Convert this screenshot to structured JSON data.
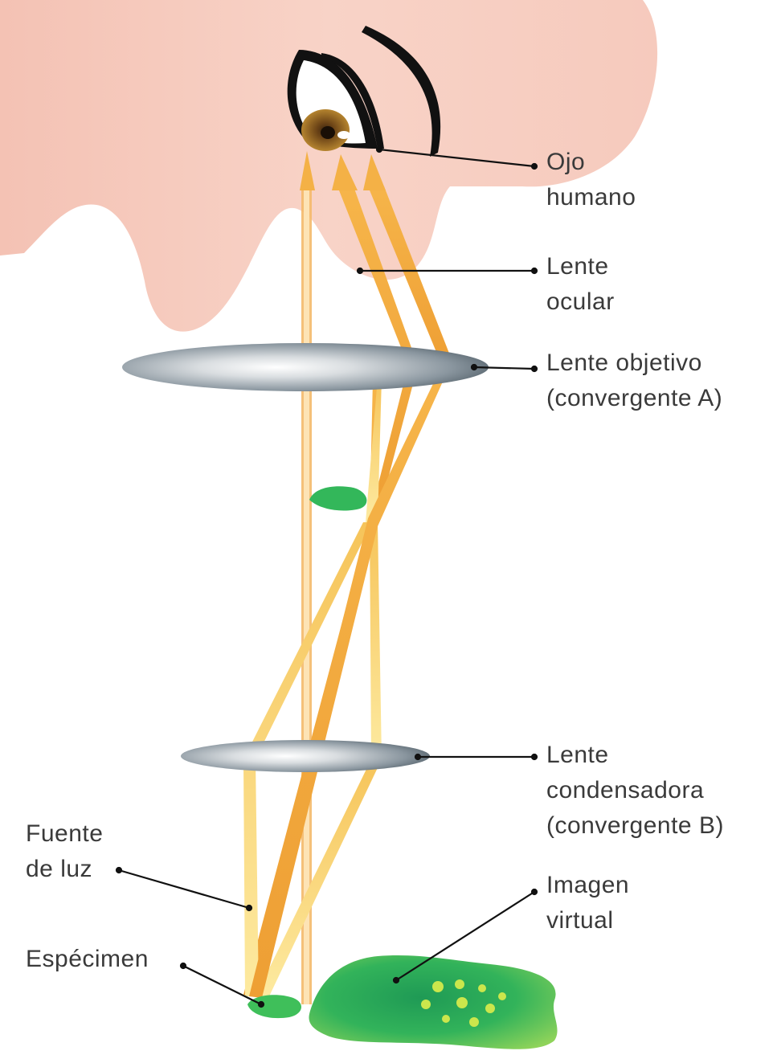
{
  "labels": {
    "eye": "Ojo\nhumano",
    "ocular_lens": "Lente\nocular",
    "objective_lens": "Lente objetivo\n(convergente A)",
    "condenser_lens": "Lente\ncondensadora\n(convergente B)",
    "light_source": "Fuente\nde luz",
    "virtual_image": "Imagen\nvirtual",
    "specimen": "Espécimen"
  },
  "colors": {
    "skin": "#f7cdc0",
    "ray_dark": "#f2a93b",
    "ray_light": "#fbe08a",
    "lens_edge": "#6f7e89",
    "lens_center": "#ffffff",
    "specimen_green": "#3fbf5a",
    "image_green": "#2fb356",
    "image_spots": "#c6e84a",
    "leader_line": "#111111",
    "label_text": "#3a3a3a",
    "iris": "#9a6a2a"
  }
}
